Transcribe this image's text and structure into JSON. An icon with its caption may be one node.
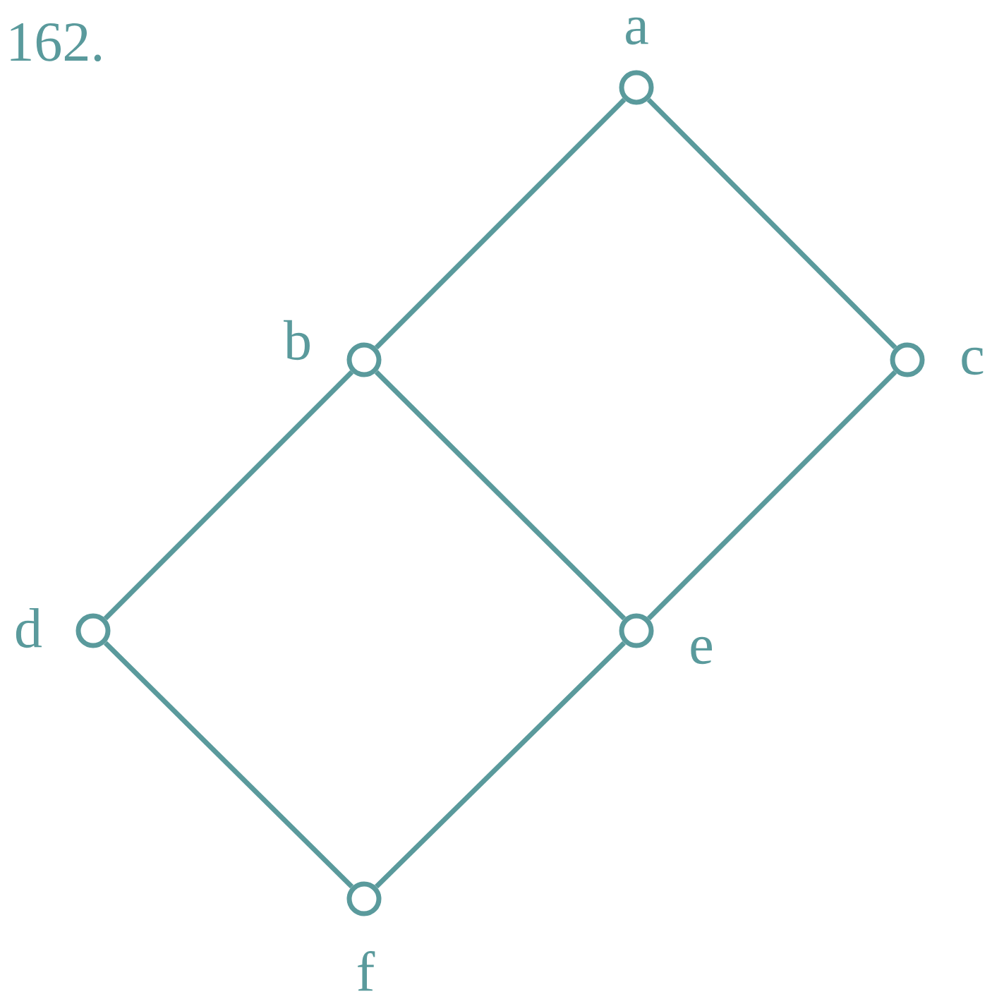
{
  "diagram": {
    "nodes": [
      {
        "text": [
          "a"
        ]
      },
      {
        "text": [
          "b"
        ]
      },
      {
        "text": [
          "c"
        ]
      },
      {
        "text": [
          "d"
        ]
      },
      {
        "text": [
          "e"
        ]
      },
      {
        "text": [
          "f"
        ]
      }
    ],
    "edges": [
      {
        "from": 0,
        "to": 1,
        "arrow": "none"
      },
      {
        "from": 0,
        "to": 2,
        "arrow": "none"
      },
      {
        "from": 1,
        "to": 3,
        "arrow": "none"
      },
      {
        "from": 1,
        "to": 4,
        "arrow": "none"
      },
      {
        "from": 2,
        "to": 4,
        "arrow": "none"
      },
      {
        "from": 3,
        "to": 5,
        "arrow": "none"
      },
      {
        "from": 4,
        "to": 5,
        "arrow": "none"
      }
    ],
    "labels": [
      "162."
    ]
  }
}
